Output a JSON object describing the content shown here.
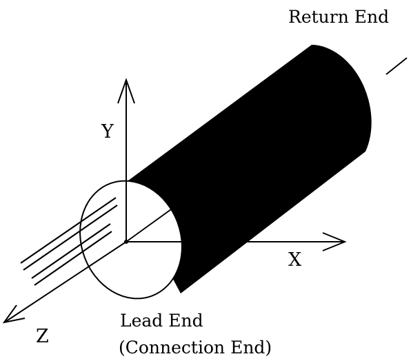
{
  "labels": {
    "return_end": "Return End",
    "axis_y": "Y",
    "axis_x": "X",
    "axis_z": "Z",
    "lead_end": "Lead End",
    "connection_end": "(Connection End)"
  },
  "colors": {
    "ink": "#000000",
    "background": "#ffffff"
  }
}
